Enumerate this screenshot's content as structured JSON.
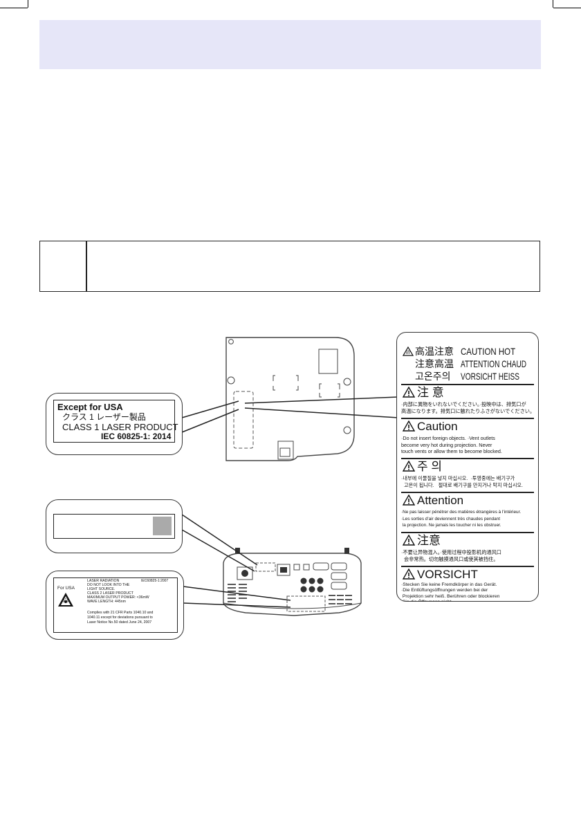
{
  "usa_label": {
    "line1": "Except for USA",
    "line2": "クラス 1 レーザー製品",
    "line3": "CLASS 1 LASER PRODUCT",
    "line4": "IEC 60825-1: 2014"
  },
  "usa_laser_label": {
    "for_usa": "For USA",
    "header_right": "IEC60825-1:2007",
    "lines": [
      "LASER RADIATION",
      "DO NOT LOOK INTO THE",
      "LIGHT SOURCE.",
      "CLASS 2 LASER PRODUCT",
      "MAXIMUM OUTPUT POWER: <36mW",
      "WAVE LENGTH: 445nm"
    ],
    "compliance": [
      "Complies with 21 CFR Parts 1040.10 and",
      "1040.11 except for deviations pursuant to",
      "Laser Notice No.50 dated June 24, 2007"
    ]
  },
  "warning_card": {
    "hot_jp1": "高温注意",
    "hot_jp2": "注意高温",
    "hot_ko": "고온주의",
    "hot_en": "CAUTION HOT",
    "hot_fr": "ATTENTION CHAUD",
    "hot_de": "VORSICHT HEISS",
    "sections": [
      {
        "title": "注 意",
        "body": "·内部に異物をいれないでください。·投映中は、排気口が\n高温になります。排気口に触れたりふさがないでください。"
      },
      {
        "title": "Caution",
        "body": "·Do not insert foreign objects. ·Vent outlets\nbecome very hot during projection. Never\ntouch vents or allow them to become blocked."
      },
      {
        "title": "주 의",
        "body": "·내부에 이물질을 넣지 마십시오.  ·투영중에는 배기구가\n  고온이 됩니다.   절대로 배기구를 만지거나 막지 마십시오."
      },
      {
        "title": "Attention",
        "body": "·Ne pas laisser pénétrer des matières étrangères à l'intérieur.\n·Les sorties d'air deviennent très chaudes pendant\n la projection. Ne jamais les toucher ni les obstruer."
      },
      {
        "title": "注意",
        "body": "·不要让异物混入。·使用过程中投影机的通风口\n  会非常热。切勿触摸通风口或使其被挡住。"
      },
      {
        "title": "VORSICHT",
        "body": "·Stecken Sie keine Fremdkörper in das Gerät.\n·Die Entlüftungsöffnungen werden bei der\n Projektion sehr heiß. Berühren oder blockieren\n Sie die Öffnungen nicht."
      }
    ]
  },
  "colors": {
    "header_band": "#e6e6f8",
    "placeholder_square": "#aaaaaa"
  }
}
